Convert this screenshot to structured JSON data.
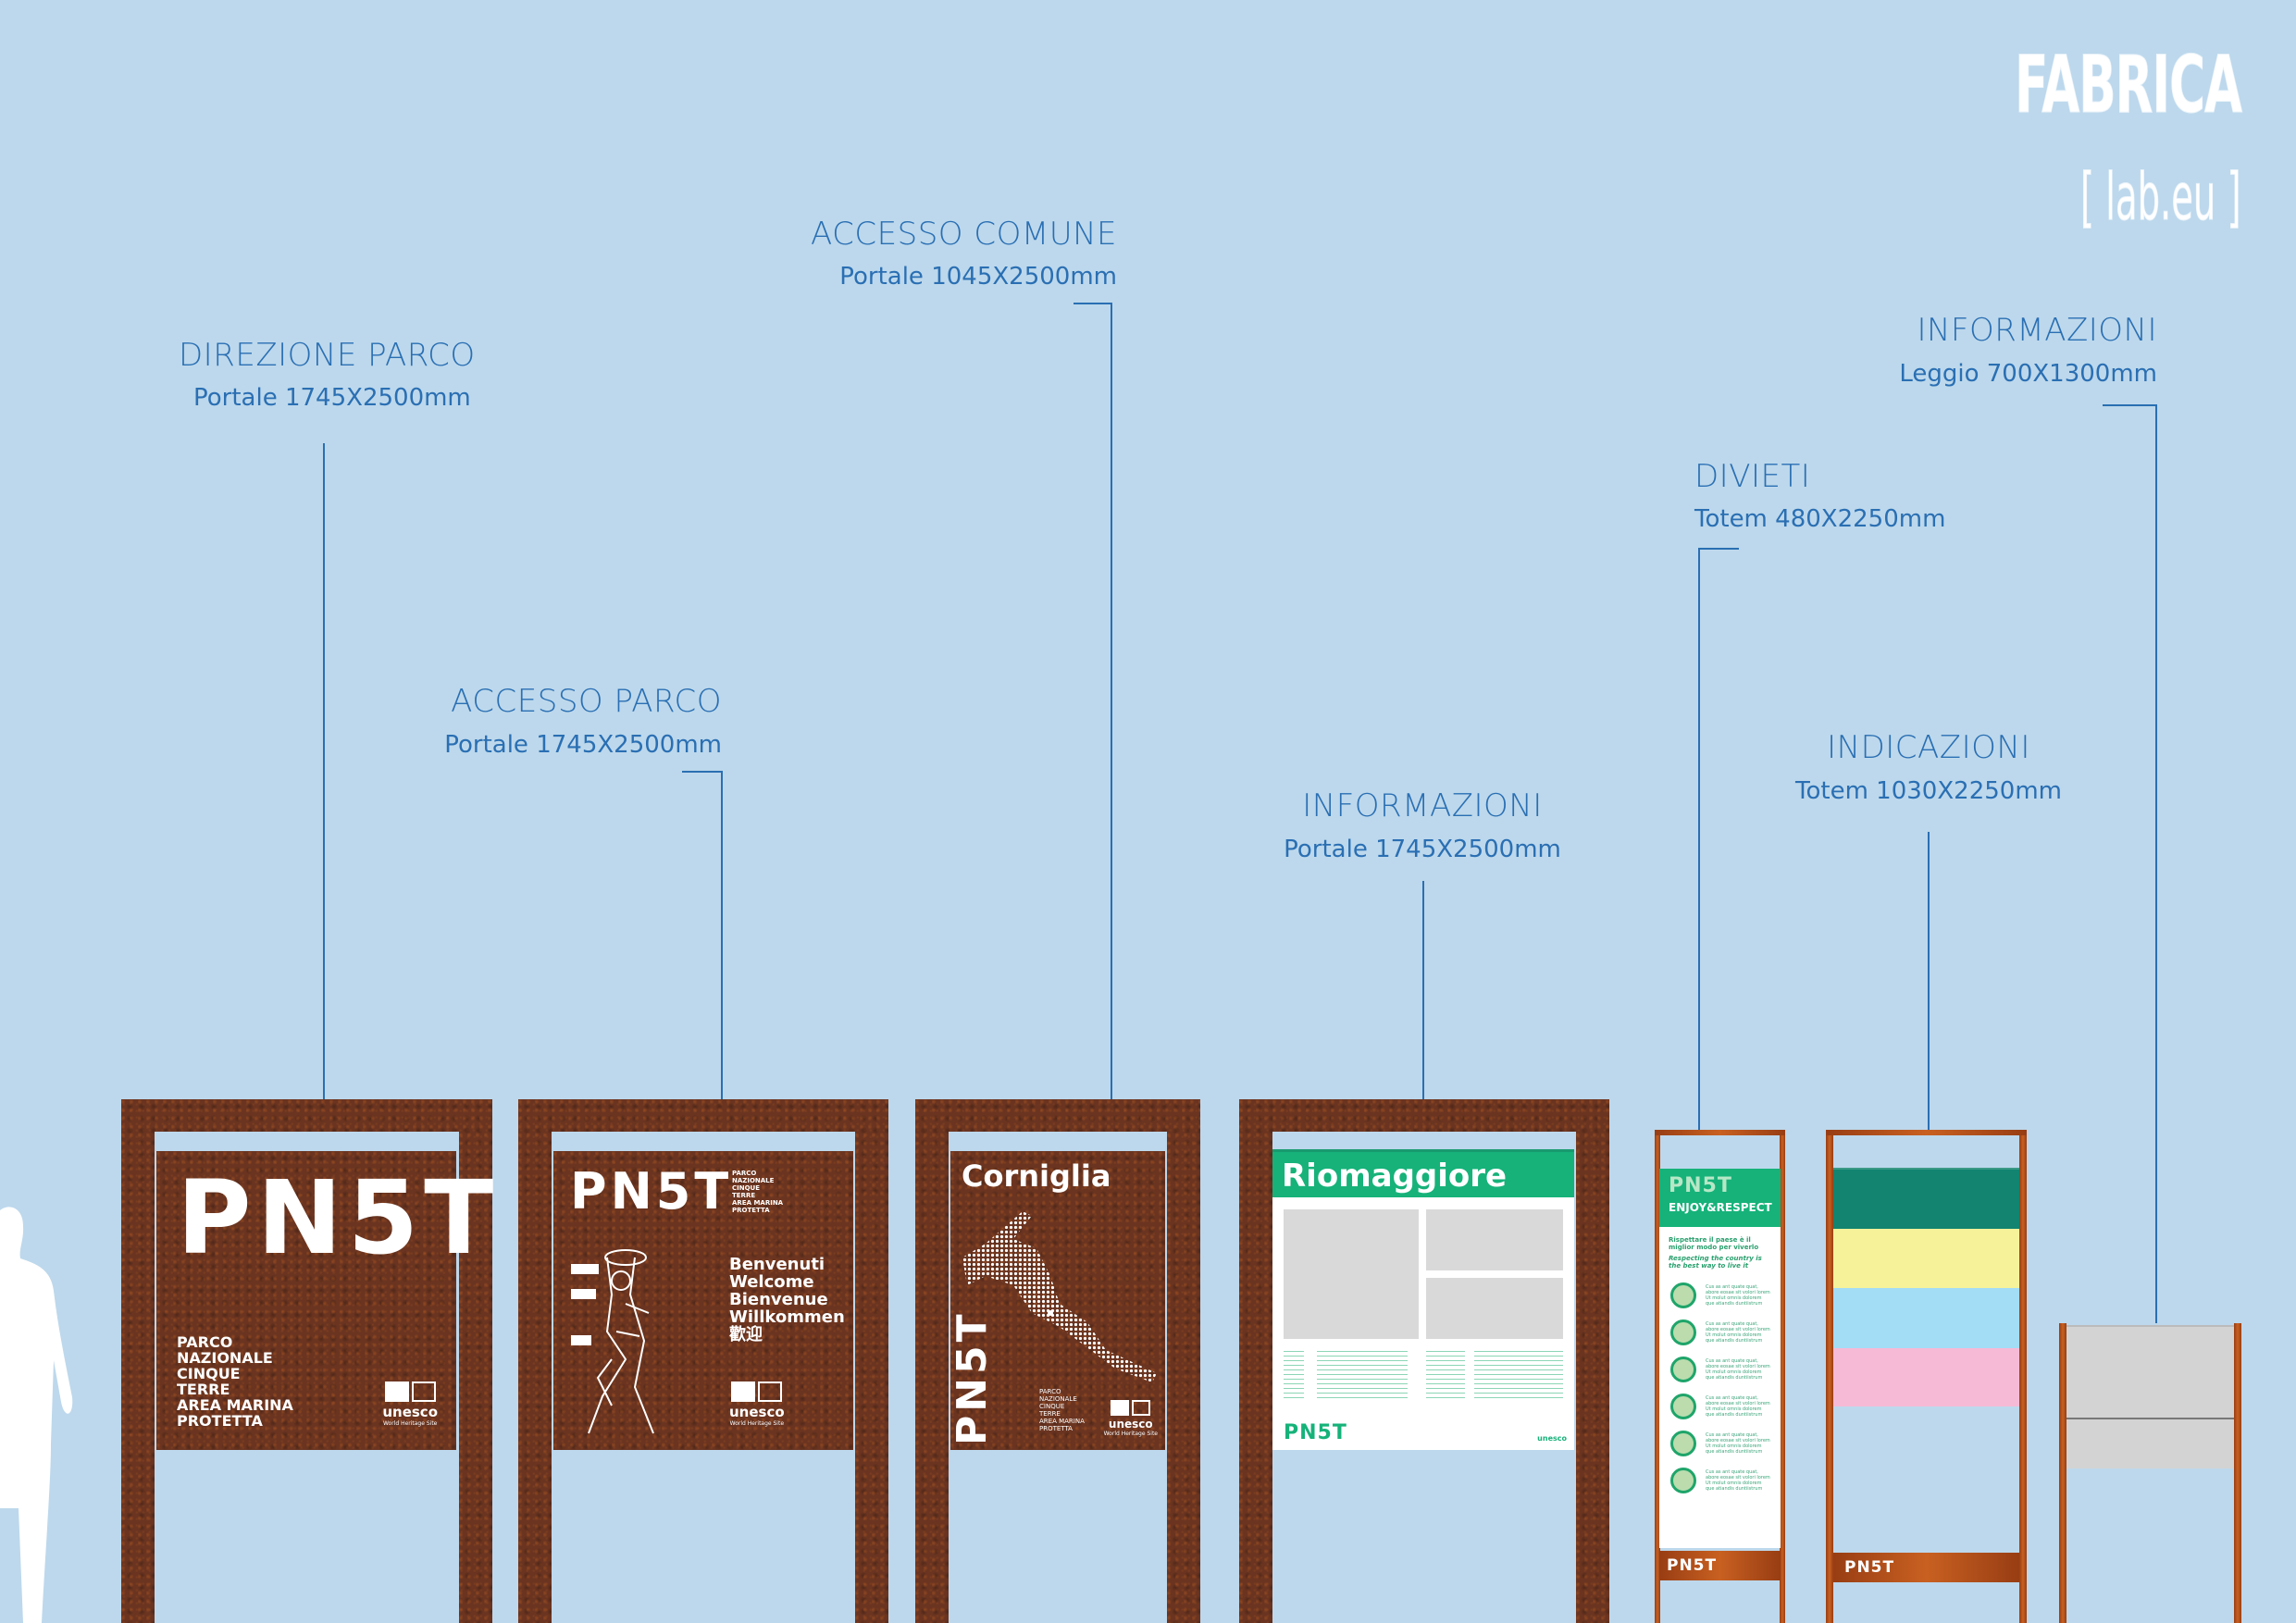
{
  "brand": {
    "name": "FABRICA",
    "sub": "[ lab.eu ]"
  },
  "labels": [
    {
      "title": "DIREZIONE PARCO",
      "size": "Portale 1745X2500mm"
    },
    {
      "title": "ACCESSO PARCO",
      "size": "Portale 1745X2500mm"
    },
    {
      "title": "ACCESSO COMUNE",
      "size": "Portale 1045X2500mm"
    },
    {
      "title": "INFORMAZIONI",
      "size": "Portale 1745X2500mm"
    },
    {
      "title": "DIVIETI",
      "size": "Totem 480X2250mm"
    },
    {
      "title": "INDICAZIONI",
      "size": "Totem 1030X2250mm"
    },
    {
      "title": "INFORMAZIONI",
      "size": "Leggio 700X1300mm"
    }
  ],
  "park": {
    "logo": "PN5T",
    "name_lines": [
      "PARCO",
      "NAZIONALE",
      "CINQUE",
      "TERRE",
      "AREA MARINA",
      "PROTETTA"
    ],
    "unesco": "unesco",
    "unesco_sub": "World Heritage Site"
  },
  "welcome": [
    "Benvenuti",
    "Welcome",
    "Bienvenue",
    "Willkommen",
    "歡迎"
  ],
  "comune": {
    "name": "Corniglia"
  },
  "info": {
    "name": "Riomaggiore"
  },
  "divieti": {
    "heading": "ENJOY&RESPECT",
    "it": "Rispettare il paese è il miglior modo per viverlo",
    "en": "Respecting the country is the best way to live it",
    "item_text": "Cus as ant quate quat, abore eosae sit volori lorem Ut molut omnis dolorem que atiandis duntiistrum"
  },
  "colors": {
    "accent": "#2a6fb3",
    "green": "#16b27a",
    "teal": "#128470",
    "yellow": "#f6f29a",
    "sky": "#a3dcf5",
    "pink": "#f7bad6"
  }
}
